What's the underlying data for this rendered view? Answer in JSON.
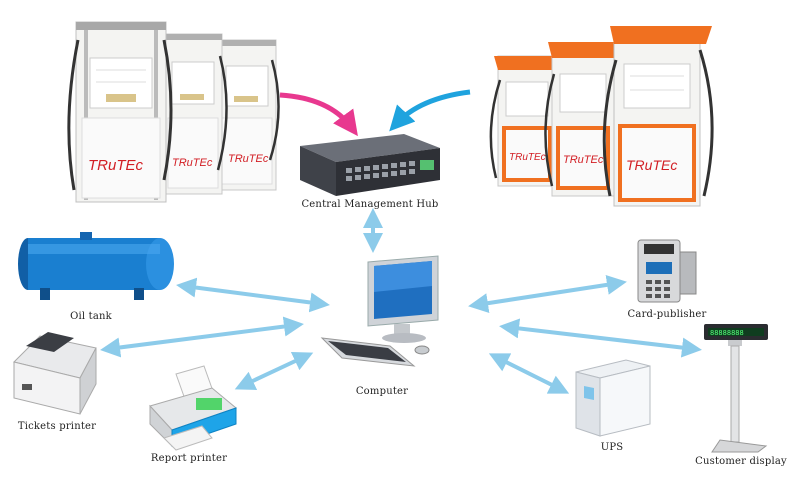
{
  "labels": {
    "hub": "Central Management Hub",
    "computer": "Computer",
    "oil_tank": "Oil tank",
    "tickets_printer": "Tickets printer",
    "report_printer": "Report printer",
    "card_publisher": "Card-publisher",
    "ups": "UPS",
    "customer_display": "Customer display"
  },
  "brand": "TRuTEc",
  "colors": {
    "arrow_blue": "#8ccbea",
    "arrow_pink": "#e8388f",
    "arrow_cyan": "#1fa3de",
    "tank_blue": "#1a7fd0",
    "dispenser_orange": "#f07020",
    "brand_red": "#d21e24"
  }
}
